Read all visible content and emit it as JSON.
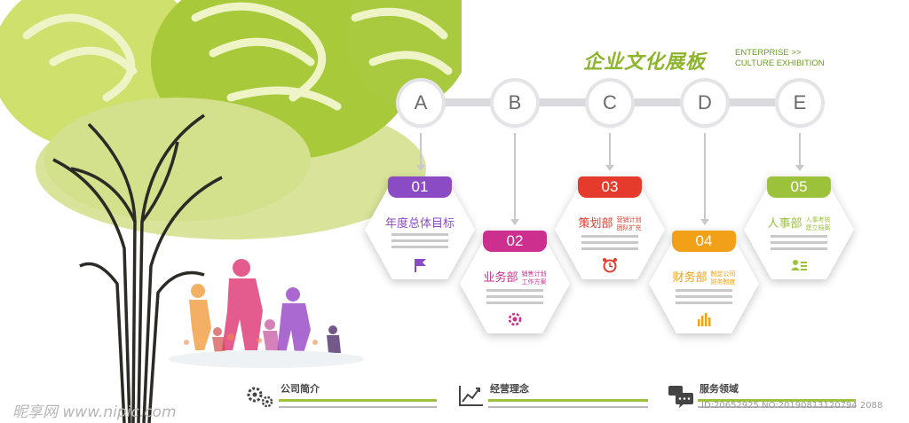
{
  "header": {
    "title_cn": "企业文化展板",
    "title_en_1": "ENTERPRISE >>",
    "title_en_2": "CULTURE EXHIBITION"
  },
  "timeline": {
    "nodes": [
      "A",
      "B",
      "C",
      "D",
      "E"
    ]
  },
  "cards": [
    {
      "num": "01",
      "color": "#8a4bc4",
      "title": "年度总体目标",
      "sub1": "",
      "sub2": "",
      "icon": "flag-icon"
    },
    {
      "num": "02",
      "color": "#cc2f8e",
      "title": "业务部",
      "sub1": "销售计划",
      "sub2": "工作方案",
      "icon": "gear-icon"
    },
    {
      "num": "03",
      "color": "#e43b2c",
      "title": "策划部",
      "sub1": "营销计划",
      "sub2": "团队扩充",
      "icon": "alarm-clock-icon"
    },
    {
      "num": "04",
      "color": "#f2a018",
      "title": "财务部",
      "sub1": "制定公司",
      "sub2": "财务制度",
      "icon": "bar-chart-icon"
    },
    {
      "num": "05",
      "color": "#9cc23c",
      "title": "人事部",
      "sub1": "人事考核",
      "sub2": "建立档案",
      "icon": "id-card-icon"
    }
  ],
  "footer": {
    "items": [
      {
        "label": "公司简介",
        "icon": "gears-icon"
      },
      {
        "label": "经营理念",
        "icon": "trend-chart-icon"
      },
      {
        "label": "服务领域",
        "icon": "chat-bubbles-icon"
      }
    ]
  },
  "watermark": {
    "text": "昵享网 www.nipic.com",
    "id": "ID:20652925 NO:20190813120794 2088"
  }
}
